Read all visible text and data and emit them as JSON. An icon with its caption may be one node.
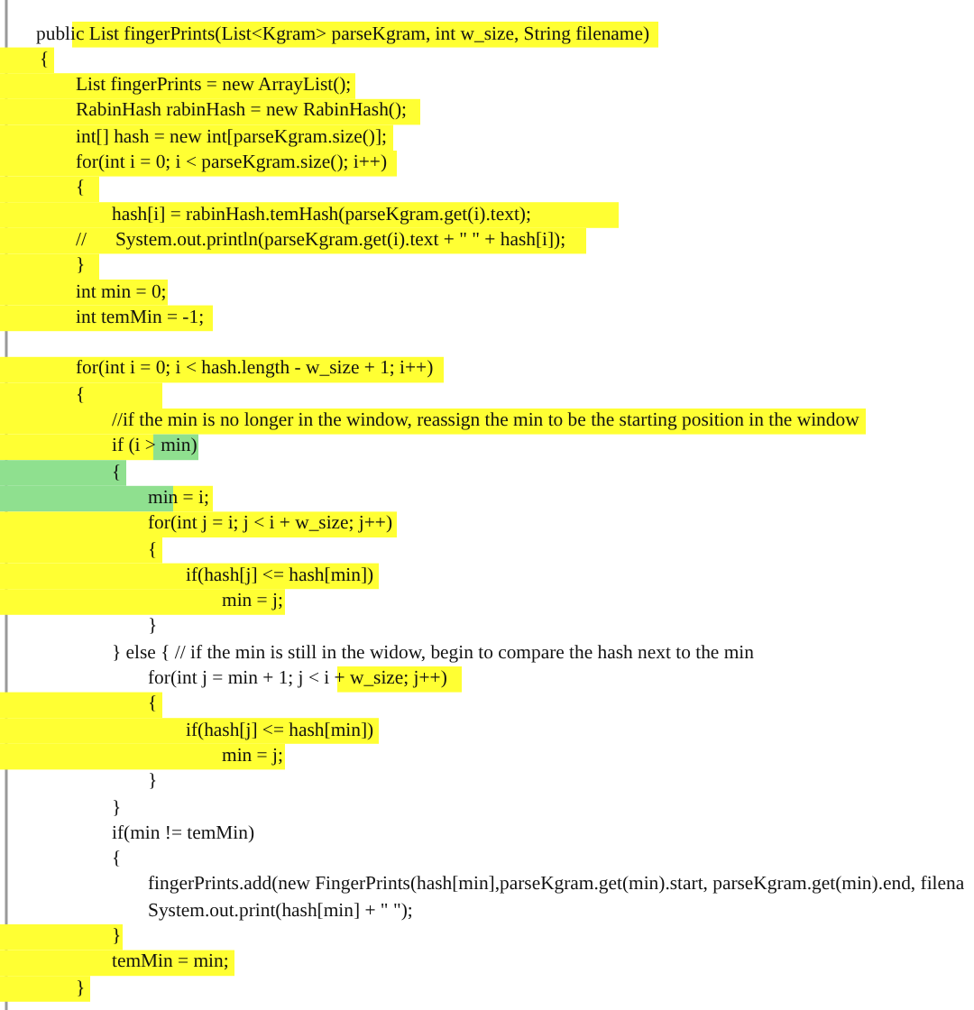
{
  "diagram": {
    "labels": [
      "public List fingerPrints(List<Kgram> parseKgram, int w_size, String filename)",
      "{",
      "List fingerPrints = new ArrayList();",
      "RabinHash rabinHash = new RabinHash();",
      "int[] hash = new int[parseKgram.size()];",
      "for(int i = 0; i < parseKgram.size(); i++)",
      "{",
      "hash[i] = rabinHash.temHash(parseKgram.get(i).text);",
      "//      System.out.println(parseKgram.get(i).text + \" \" + hash[i]);",
      "}",
      "int min = 0;",
      "int temMin = -1;",
      "for(int i = 0; i < hash.length - w_size + 1; i++)",
      "{",
      "//if the min is no longer in the window, reassign the min to be the starting position in the window",
      "if (i > min)",
      "{",
      "min = i;",
      "for(int j = i; j < i + w_size; j++)",
      "{",
      "if(hash[j] <= hash[min])",
      "min = j;",
      "}",
      "} else { // if the min is still in the widow, begin to compare the hash next to the min",
      "for(int j = min + 1; j < i + w_size; j++)",
      "{",
      "if(hash[j] <= hash[min])",
      "min = j;",
      "}",
      "}",
      "if(min != temMin)",
      "{",
      "fingerPrints.add(new FingerPrints(hash[min],parseKgram.get(min).start, parseKgram.get(min).end, filena",
      "System.out.print(hash[min] + \" \");",
      "}",
      "temMin = min;",
      "}"
    ]
  }
}
